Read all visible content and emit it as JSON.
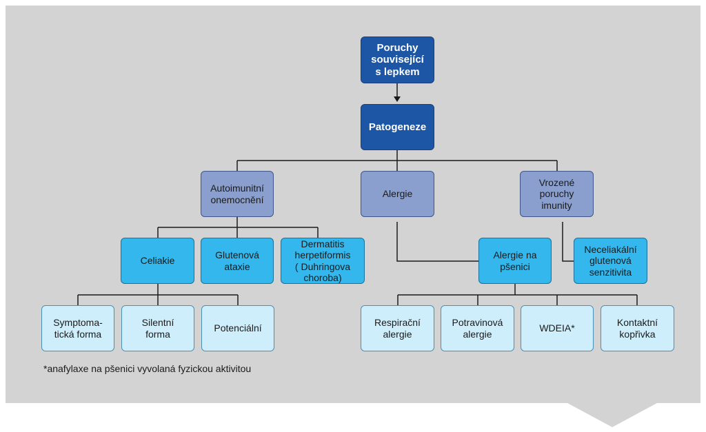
{
  "colors": {
    "panel_bg": "#d3d3d3",
    "dark_blue": "#1d56a4",
    "mid_blue": "#8a9fcd",
    "cyan": "#33b7ec",
    "light_cyan": "#cfeefb",
    "line": "#1a1a1a"
  },
  "nodes": {
    "root": "Poruchy\nsouvisející\ns  lepkem",
    "pathogenesis": "Patogeneze",
    "autoimmune": "Autoimunitní\nonemocnění",
    "allergy": "Alergie",
    "innate": "Vrozené\nporuchy\nimunity",
    "celiac": "Celiakie",
    "gluten_ataxia": "Glutenová\nataxie",
    "dermatitis": "Dermatitis\nherpetiformis\n( Duhringova\nchoroba)",
    "wheat_allergy": "Alergie na\npšenici",
    "ncgs": "Neceliakální\nglutenová\nsenzitivita",
    "symptomatic": "Symptoma-\ntická forma",
    "silent": "Silentní\nforma",
    "potential": "Potenciální",
    "respiratory": "Respirační\nalergie",
    "food": "Potravinová\nalergie",
    "wdeia": "WDEIA*",
    "contact": "Kontaktní\nkopřivka"
  },
  "footnote": "*anafylaxe na pšenici vyvolaná fyzickou aktivitou"
}
